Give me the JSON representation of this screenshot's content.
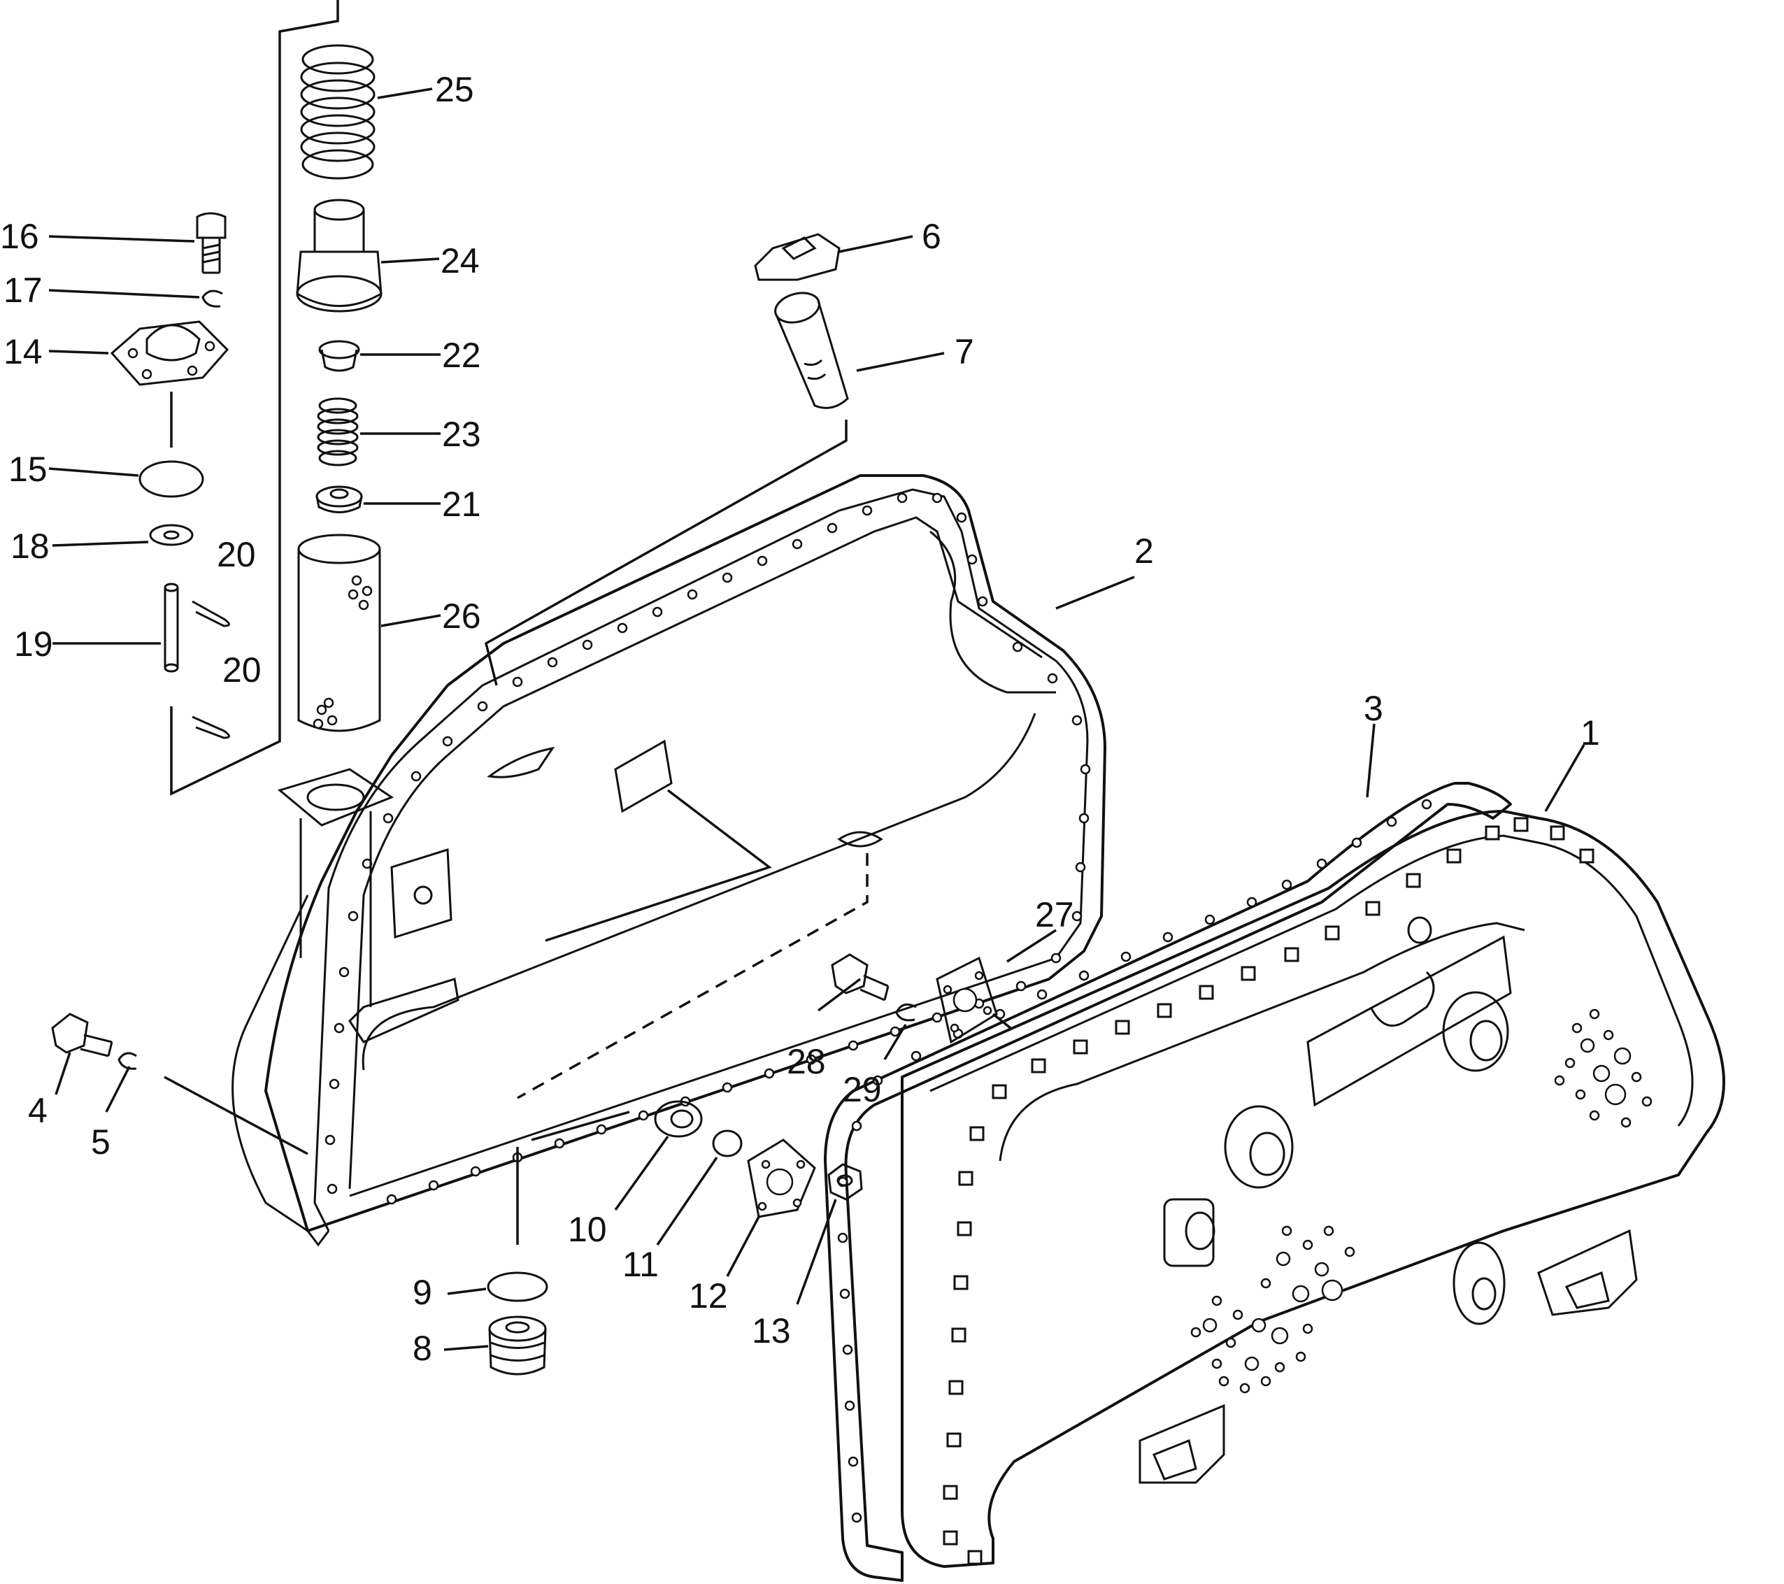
{
  "callouts": [
    {
      "id": "1",
      "text": "1"
    },
    {
      "id": "2",
      "text": "2"
    },
    {
      "id": "3",
      "text": "3"
    },
    {
      "id": "4",
      "text": "4"
    },
    {
      "id": "5",
      "text": "5"
    },
    {
      "id": "6",
      "text": "6"
    },
    {
      "id": "7",
      "text": "7"
    },
    {
      "id": "8",
      "text": "8"
    },
    {
      "id": "9",
      "text": "9"
    },
    {
      "id": "10",
      "text": "10"
    },
    {
      "id": "11",
      "text": "11"
    },
    {
      "id": "12",
      "text": "12"
    },
    {
      "id": "13",
      "text": "13"
    },
    {
      "id": "14",
      "text": "14"
    },
    {
      "id": "15",
      "text": "15"
    },
    {
      "id": "16",
      "text": "16"
    },
    {
      "id": "17",
      "text": "17"
    },
    {
      "id": "18",
      "text": "18"
    },
    {
      "id": "19",
      "text": "19"
    },
    {
      "id": "20a",
      "text": "20"
    },
    {
      "id": "20b",
      "text": "20"
    },
    {
      "id": "21",
      "text": "21"
    },
    {
      "id": "22",
      "text": "22"
    },
    {
      "id": "23",
      "text": "23"
    },
    {
      "id": "24",
      "text": "24"
    },
    {
      "id": "25",
      "text": "25"
    },
    {
      "id": "26",
      "text": "26"
    },
    {
      "id": "27",
      "text": "27"
    },
    {
      "id": "28",
      "text": "28"
    },
    {
      "id": "29",
      "text": "29"
    }
  ]
}
